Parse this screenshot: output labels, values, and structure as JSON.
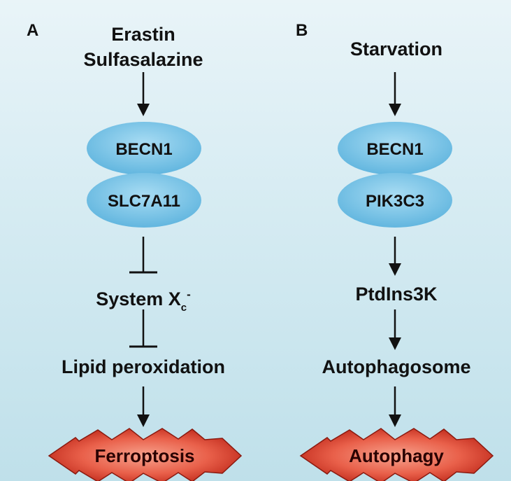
{
  "panel_a": {
    "letter": "A",
    "inducer_line1": "Erastin",
    "inducer_line2": "Sulfasalazine",
    "complex_top": "BECN1",
    "complex_bottom": "SLC7A11",
    "system_main": "System X",
    "system_sub": "c",
    "system_sup": "-",
    "lipid": "Lipid peroxidation",
    "outcome": "Ferroptosis"
  },
  "panel_b": {
    "letter": "B",
    "inducer": "Starvation",
    "complex_top": "BECN1",
    "complex_bottom": "PIK3C3",
    "kinase": "PtdIns3K",
    "autophagosome": "Autophagosome",
    "outcome": "Autophagy"
  }
}
